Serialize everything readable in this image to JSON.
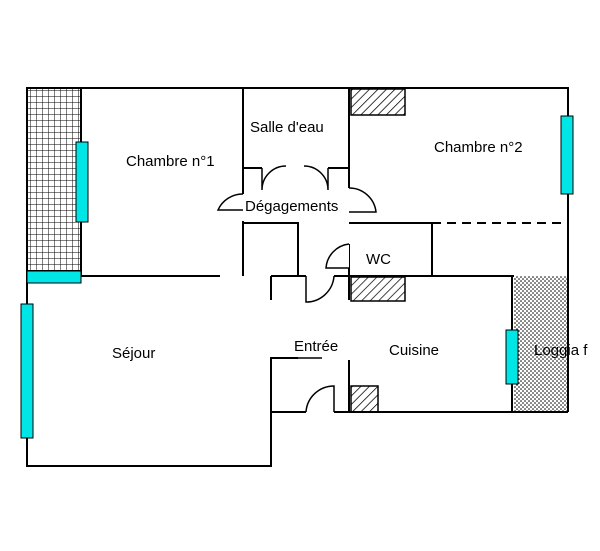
{
  "floorplan": {
    "rooms": {
      "chambre1": "Chambre n°1",
      "salle_eau": "Salle d'eau",
      "chambre2": "Chambre n°2",
      "degagements": "Dégagements",
      "wc": "WC",
      "sejour": "Séjour",
      "entree": "Entrée",
      "cuisine": "Cuisine",
      "loggia": "Loggia f"
    },
    "colors": {
      "wall": "#000000",
      "window": "#00e5e5",
      "background": "#ffffff"
    }
  }
}
